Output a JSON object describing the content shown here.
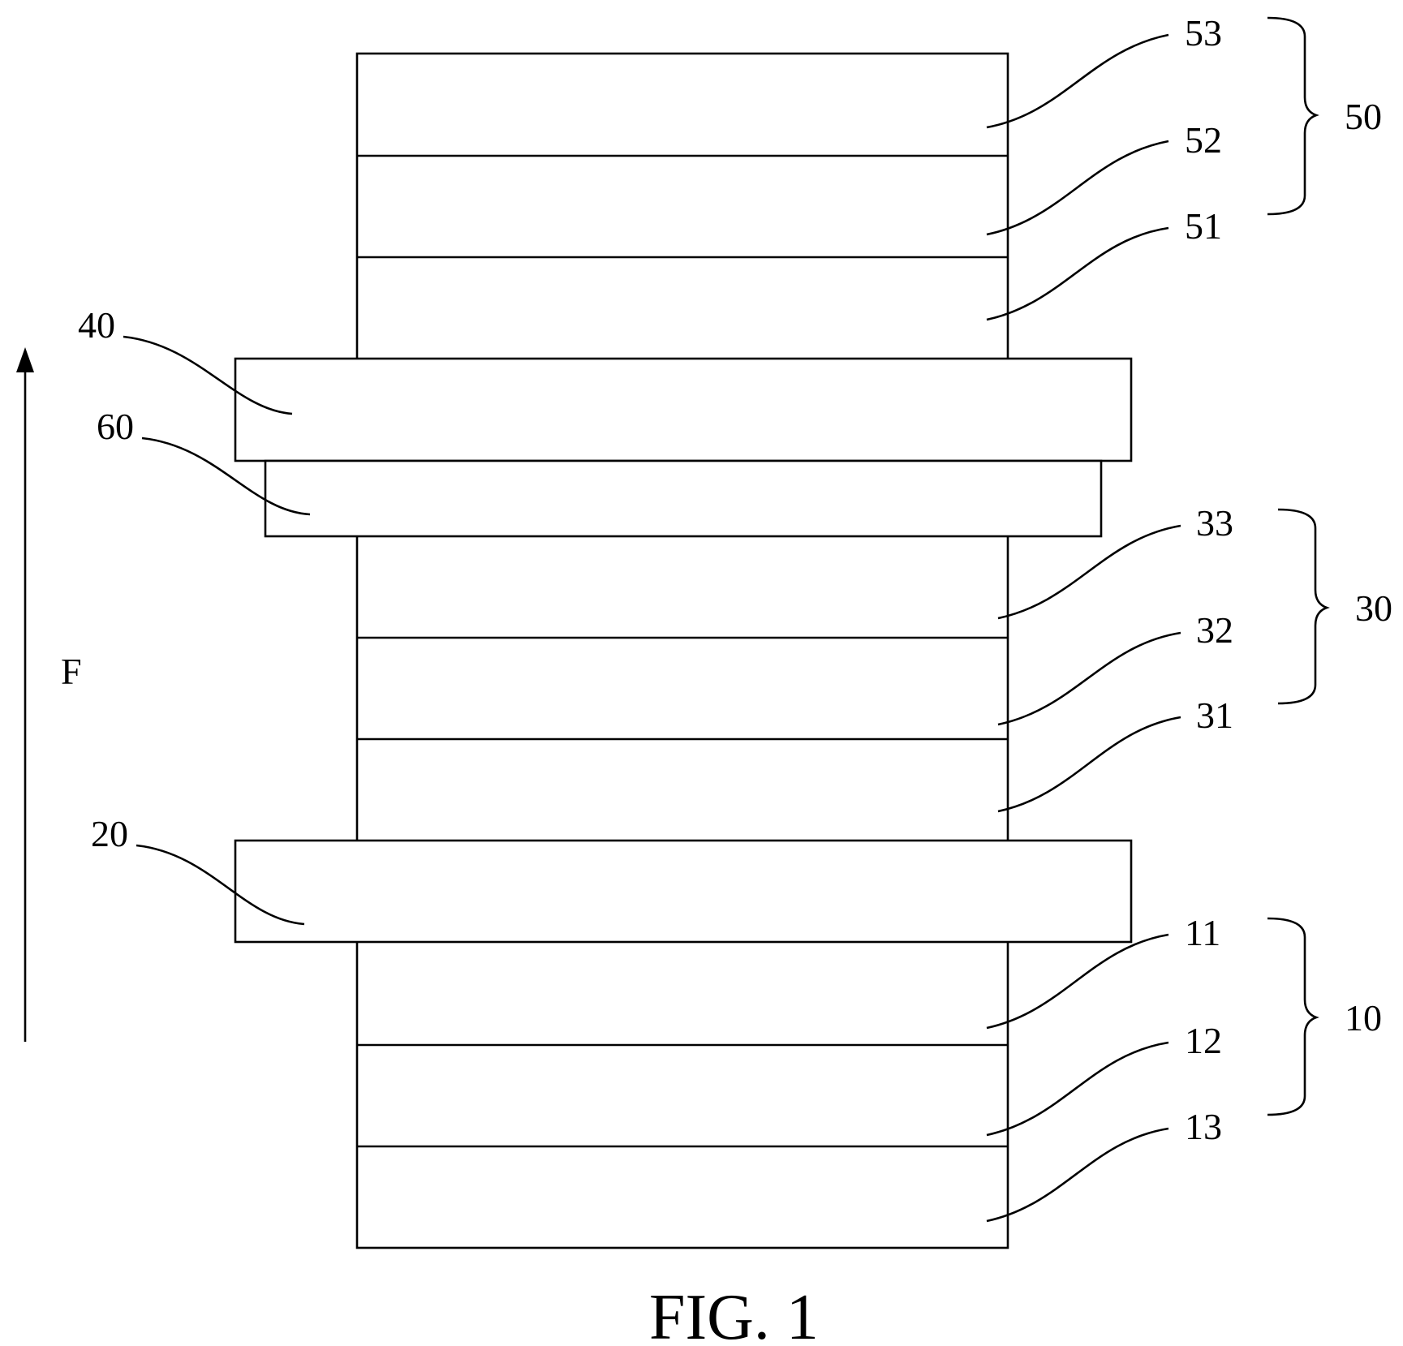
{
  "figure": {
    "caption": "FIG. 1",
    "arrow_label": "F"
  },
  "layers": {
    "top_group": {
      "label": "50",
      "members": [
        "53",
        "52",
        "51"
      ]
    },
    "layer_40": "40",
    "layer_60": "60",
    "middle_group": {
      "label": "30",
      "members": [
        "33",
        "32",
        "31"
      ]
    },
    "layer_20": "20",
    "bottom_group": {
      "label": "10",
      "members": [
        "11",
        "12",
        "13"
      ]
    }
  }
}
